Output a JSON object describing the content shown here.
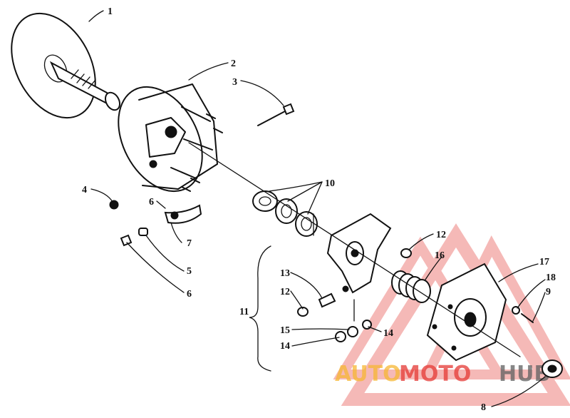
{
  "callouts": {
    "c1": "1",
    "c2": "2",
    "c3": "3",
    "c4": "4",
    "c5": "5",
    "c6a": "6",
    "c6b": "6",
    "c7": "7",
    "c8": "8",
    "c9": "9",
    "c10": "10",
    "c11": "11",
    "c12a": "12",
    "c12b": "12",
    "c13": "13",
    "c14a": "14",
    "c14b": "14",
    "c15": "15",
    "c16": "16",
    "c17": "17",
    "c18": "18"
  },
  "watermark": {
    "text_a": "AUTO",
    "text_b": "MOTO",
    "text_c": "HUB",
    "color_primary": "#e53935",
    "color_secondary": "#f7b733",
    "color_dark": "#5f5f5f"
  },
  "colors": {
    "ink": "#111111",
    "background": "#ffffff"
  }
}
